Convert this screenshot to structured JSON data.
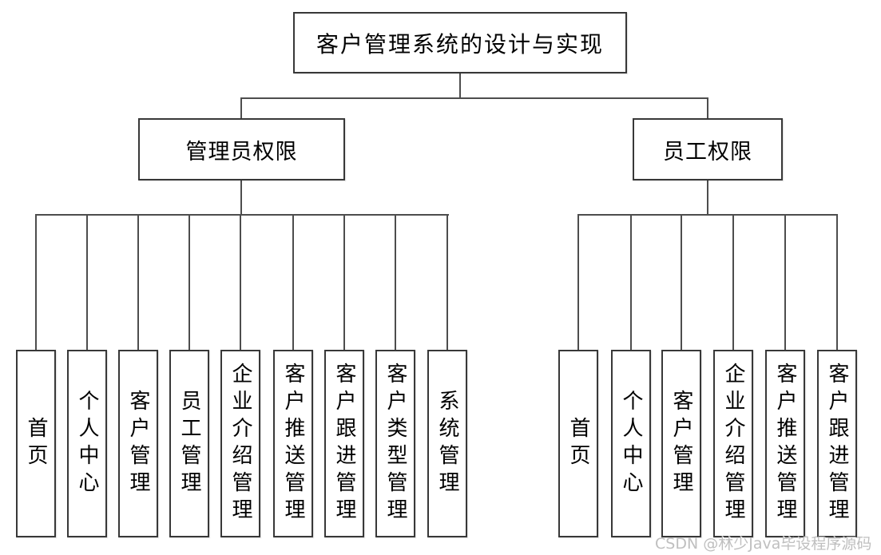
{
  "diagram": {
    "root": "客户管理系统的设计与实现",
    "branches": [
      {
        "label": "管理员权限",
        "children": [
          "首页",
          "个人中心",
          "客户管理",
          "员工管理",
          "企业介绍管理",
          "客户推送管理",
          "客户跟进管理",
          "客户类型管理",
          "系统管理"
        ]
      },
      {
        "label": "员工权限",
        "children": [
          "首页",
          "个人中心",
          "客户管理",
          "企业介绍管理",
          "客户推送管理",
          "客户跟进管理"
        ]
      }
    ]
  },
  "watermark": "CSDN @林少Java毕设程序源码",
  "colors": {
    "background": "#ffffff",
    "box_border": "#383838",
    "connector_line": "#4d4d4d",
    "text": "#000000",
    "watermark": "#bfbfbf"
  }
}
